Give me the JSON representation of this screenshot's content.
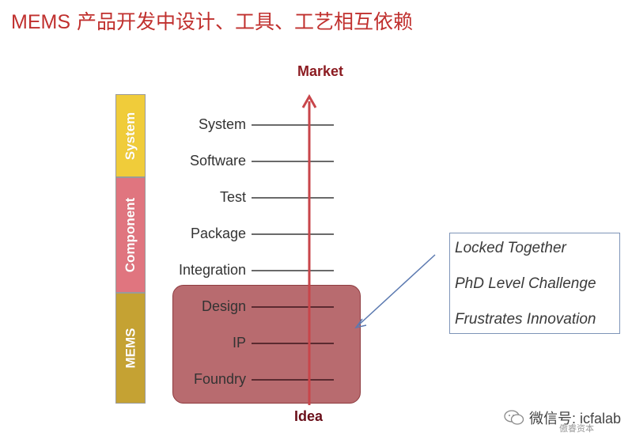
{
  "title": {
    "prefix": "MEMS",
    "main": " 产品开发中设计、工具、工艺相互依赖"
  },
  "colors": {
    "title": "#c0302e",
    "system_band": "#f0cc3a",
    "component_band": "#e0757f",
    "mems_band": "#c5a233",
    "mems_box_fill": "#b86b6f",
    "arrow": "#c8454a",
    "callout_border": "#7e94b8"
  },
  "arrow": {
    "top_label": "Market",
    "bottom_label": "Idea"
  },
  "bands": [
    {
      "label": "System"
    },
    {
      "label": "Component"
    },
    {
      "label": "MEMS"
    }
  ],
  "layers": [
    {
      "label": "System"
    },
    {
      "label": "Software"
    },
    {
      "label": "Test"
    },
    {
      "label": "Package"
    },
    {
      "label": "Integration"
    },
    {
      "label": "Design"
    },
    {
      "label": "IP"
    },
    {
      "label": "Foundry"
    }
  ],
  "callout": {
    "items": [
      "Locked Together",
      "PhD Level Challenge",
      "Frustrates Innovation"
    ]
  },
  "watermark": {
    "text": "微信号: icfalab",
    "sub": "傲睿资本"
  }
}
